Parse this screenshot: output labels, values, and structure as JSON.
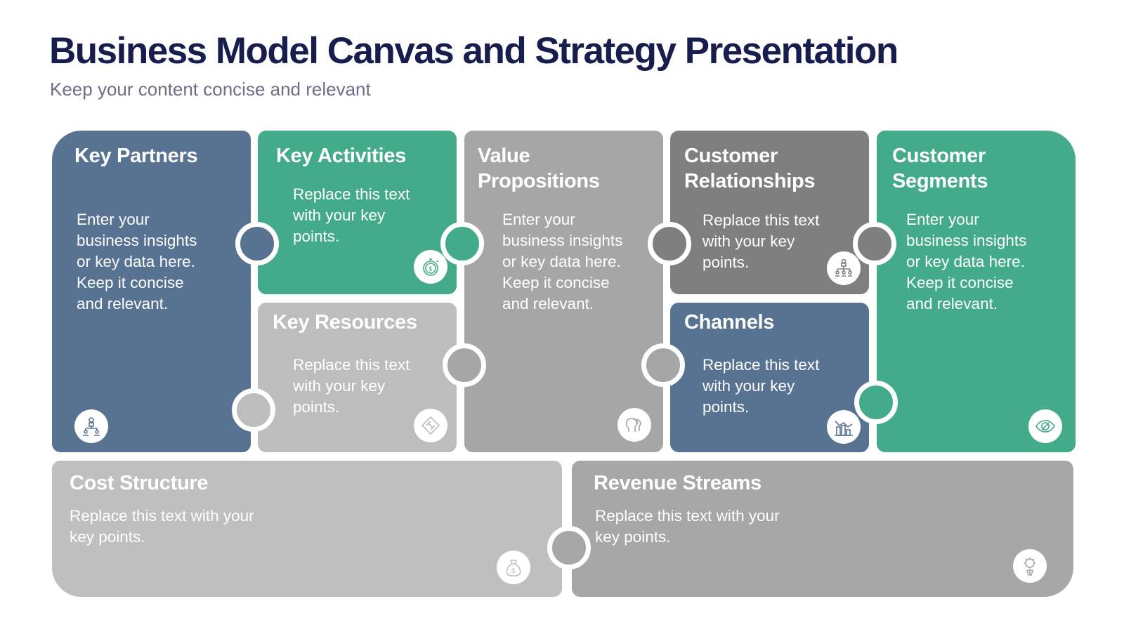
{
  "header": {
    "title": "Business Model Canvas and Strategy Presentation",
    "subtitle": "Keep your content concise and relevant"
  },
  "blocks": {
    "key_partners": {
      "title": "Key Partners",
      "text": "Enter your business insights or key data here. Keep it concise and relevant.",
      "icon": "network-people-icon",
      "color": "#587391"
    },
    "key_activities": {
      "title": "Key Activities",
      "text": "Replace this text with your key points.",
      "icon": "stopwatch-dollar-icon",
      "color": "#43aa8a"
    },
    "key_resources": {
      "title": "Key Resources",
      "text": "Replace this text with your key points.",
      "icon": "puzzle-icon",
      "color": "#bdbdbd"
    },
    "value_propositions": {
      "title": "Value Propositions",
      "text": "Enter your business insights or key data here. Keep it concise and relevant.",
      "icon": "heads-icon",
      "color": "#a6a6a6"
    },
    "customer_relationships": {
      "title": "Customer Relationships",
      "text": "Replace this text with your key points.",
      "icon": "org-chart-icon",
      "color": "#7f7f7f"
    },
    "channels": {
      "title": "Channels",
      "text": "Replace this text with your key points.",
      "icon": "bar-chart-icon",
      "color": "#587391"
    },
    "customer_segments": {
      "title": "Customer Segments",
      "text": "Enter your business insights or key data here. Keep it concise and relevant.",
      "icon": "eye-icon",
      "color": "#43aa8a"
    },
    "cost_structure": {
      "title": "Cost Structure",
      "text": "Replace this text with your key points.",
      "icon": "money-bag-icon",
      "color": "#bfbfbf"
    },
    "revenue_streams": {
      "title": "Revenue Streams",
      "text": "Replace this text with your key points.",
      "icon": "revenue-person-icon",
      "color": "#a7a7a7"
    }
  }
}
